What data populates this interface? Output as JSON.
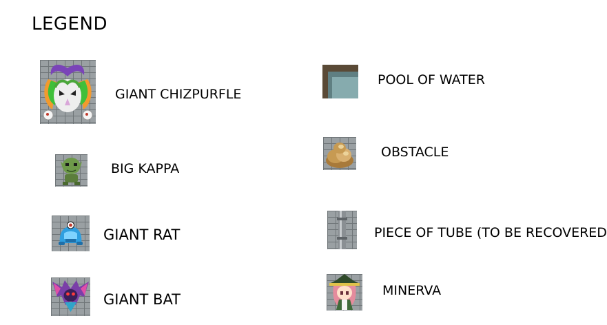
{
  "legend": {
    "title": "LEGEND",
    "monsters": [
      {
        "label": "GIANT CHIZPURFLE",
        "icon": "giant-chizpurfle-icon"
      },
      {
        "label": "BIG KAPPA",
        "icon": "big-kappa-icon"
      },
      {
        "label": "GIANT RAT",
        "icon": "giant-rat-icon"
      },
      {
        "label": "GIANT BAT",
        "icon": "giant-bat-icon"
      }
    ],
    "tiles": [
      {
        "label": "POOL OF WATER",
        "icon": "pool-of-water-icon"
      },
      {
        "label": "OBSTACLE",
        "icon": "obstacle-icon"
      },
      {
        "label": "PIECE OF TUBE (TO BE RECOVERED)",
        "icon": "pipe-icon"
      },
      {
        "label": "MINERVA",
        "icon": "minerva-icon"
      }
    ]
  },
  "colors": {
    "background": "#ffffff",
    "text": "#000000",
    "stone_wall": "#9aa0a3",
    "water": "#7fa3a6",
    "rock": "#c79a52",
    "chizpurfle_green": "#3fbf3a",
    "kappa_green": "#6e9a4a",
    "rat_blue": "#2f9fe0",
    "bat_purple": "#7a3fa8",
    "minerva_hair": "#e58b9d"
  }
}
